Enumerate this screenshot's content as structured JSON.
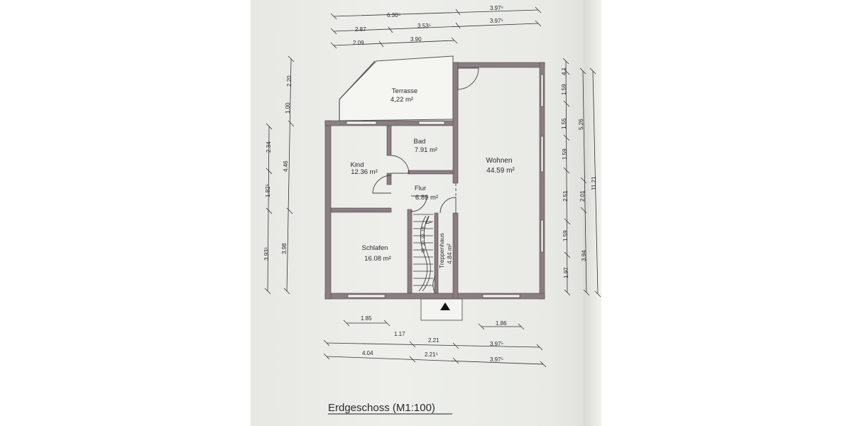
{
  "title": "Erdgeschoss (M1:100)",
  "rooms": {
    "terrasse": {
      "name": "Terrasse",
      "area": "4,22 m²"
    },
    "bad": {
      "name": "Bad",
      "area": "7.91 m²"
    },
    "kind": {
      "name": "Kind",
      "area": "12.36 m²"
    },
    "wohnen": {
      "name": "Wohnen",
      "area": "44.59 m²"
    },
    "flur": {
      "name": "Flur",
      "area": "6.89 m²"
    },
    "schlafen": {
      "name": "Schlafen",
      "area": "16.08 m²"
    },
    "treppenhaus": {
      "name": "Treppenhaus",
      "area": "4.84 m²"
    }
  },
  "stair_labels": [
    "18",
    "22",
    "30",
    "32"
  ],
  "dims_top": {
    "r1": [
      "6.30⁵",
      "3.97⁵"
    ],
    "r2": [
      "2.87",
      "3.53⁵",
      "3.97⁵"
    ],
    "r3": [
      "2.09",
      "3.90"
    ]
  },
  "dims_left": {
    "c1": [
      "2.34",
      "1.82⁵",
      "3.93⁵"
    ],
    "c2": [
      "2.20",
      "1.00",
      "4.46",
      "3.98"
    ]
  },
  "dims_right": {
    "c1": [
      "4.1",
      "1.59",
      "1.55",
      "1.59",
      "2.51",
      "1.59",
      "1.97"
    ],
    "c2": [
      "5.26",
      "2.01",
      "3.94"
    ],
    "c3": [
      "11.21"
    ]
  },
  "dims_bottom": {
    "r1": [
      "1.85",
      "1.86"
    ],
    "r2": [
      "1.17",
      "2.21",
      "3.97⁵"
    ],
    "r3": [
      "4.04",
      "2.21⁵",
      "3.97⁵"
    ]
  }
}
